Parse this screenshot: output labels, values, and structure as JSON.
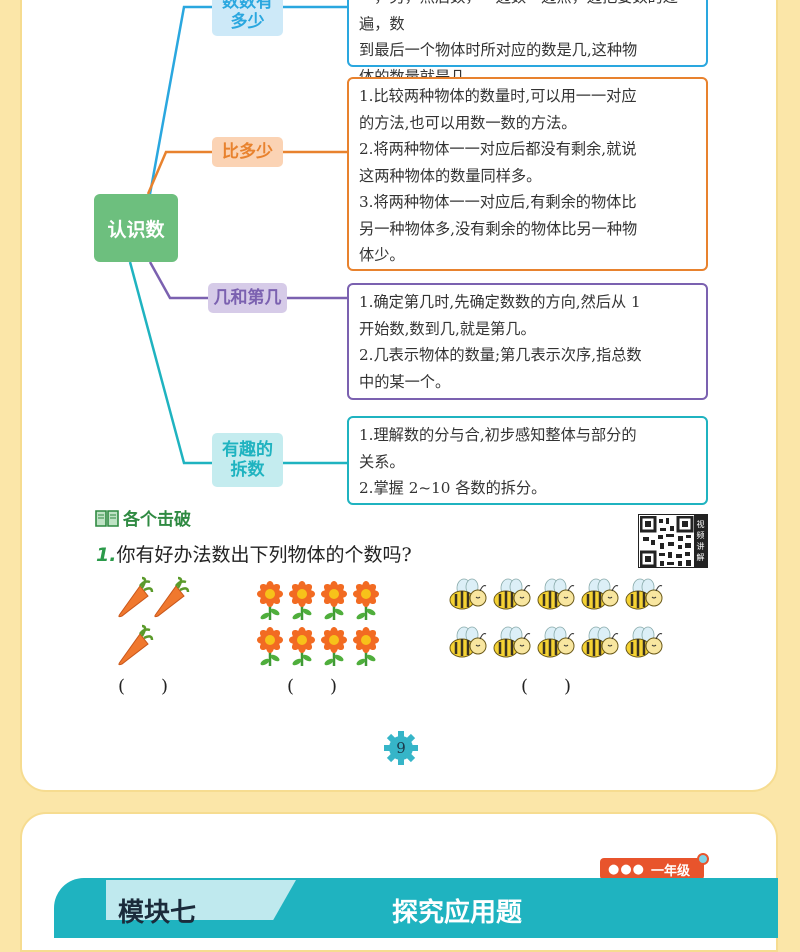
{
  "mindmap": {
    "root": "认识数",
    "branches": [
      {
        "label": "数数有多少",
        "label_lines": [
          "数数有",
          "多少"
        ],
        "color": "#2aa7df",
        "bg": "#cde9f8",
        "lines": [
          "一，另，然后数，一边数一边点，边把要数的过一遍，数",
          "到最后一个物体时所对应的数是几,这种物",
          "体的数量就是几。"
        ]
      },
      {
        "label": "比多少",
        "label_lines": [
          "比多少"
        ],
        "color": "#e8822e",
        "bg": "#fbd3b4",
        "lines": [
          "1.比较两种物体的数量时,可以用一一对应",
          "的方法,也可以用数一数的方法。",
          "2.将两种物体一一对应后都没有剩余,就说",
          "这两种物体的数量同样多。",
          "3.将两种物体一一对应后,有剩余的物体比",
          "另一种物体多,没有剩余的物体比另一种物",
          "体少。"
        ]
      },
      {
        "label": "几和第几",
        "label_lines": [
          "几和第几"
        ],
        "color": "#7b61b0",
        "bg": "#d6cbe8",
        "lines": [
          "1.确定第几时,先确定数数的方向,然后从 1",
          "开始数,数到几,就是第几。",
          "2.几表示物体的数量;第几表示次序,指总数",
          "中的某一个。"
        ]
      },
      {
        "label": "有趣的拆数",
        "label_lines": [
          "有趣的",
          "拆数"
        ],
        "color": "#1fb3c0",
        "bg": "#c4ecef",
        "lines": [
          "1.理解数的分与合,初步感知整体与部分的",
          "关系。",
          "2.掌握 2~10 各数的拆分。"
        ]
      }
    ]
  },
  "section": {
    "title": "各个击破",
    "icon": "book-icon"
  },
  "qr": {
    "side_text": [
      "视",
      "频",
      "讲",
      "解"
    ]
  },
  "question1": {
    "number": "1.",
    "text": "你有好办法数出下列物体的个数吗?",
    "paren": "(　　)"
  },
  "objects": {
    "carrots": 3,
    "flowers": 8,
    "bees": 10
  },
  "page": {
    "number": "9"
  },
  "next_page": {
    "grade": "一年级",
    "banner_left": "模块七",
    "banner_right": "探究应用题"
  }
}
